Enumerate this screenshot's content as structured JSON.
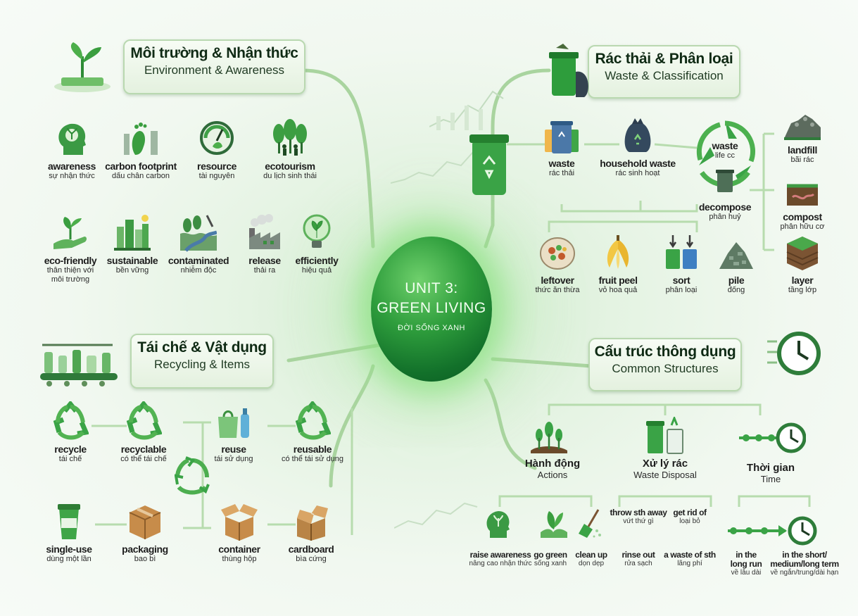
{
  "center": {
    "title_line1": "UNIT 3:",
    "title_line2": "GREEN LIVING",
    "subtitle": "ĐỜI SỐNG XANH"
  },
  "sections": {
    "environment": {
      "vi": "Môi trường & Nhận thức",
      "en": "Environment & Awareness"
    },
    "waste": {
      "vi": "Rác thải & Phân loại",
      "en": "Waste & Classification"
    },
    "recycling": {
      "vi": "Tái chế & Vật dụng",
      "en": "Recycling & Items"
    },
    "structures": {
      "vi": "Cấu trúc thông dụng",
      "en": "Common Structures"
    }
  },
  "env_items": [
    {
      "en": "awareness",
      "vi": "sự nhận thức",
      "icon": "head-sprout-icon"
    },
    {
      "en": "carbon footprint",
      "vi": "dấu chân carbon",
      "icon": "footprint-icon"
    },
    {
      "en": "resource",
      "vi": "tài nguyên",
      "icon": "gauge-leaf-icon"
    },
    {
      "en": "ecotourism",
      "vi": "du lịch sinh thái",
      "icon": "forest-people-icon"
    },
    {
      "en": "eco-friendly",
      "vi": "thân thiện với\nmôi trường",
      "icon": "hand-plant-icon"
    },
    {
      "en": "sustainable",
      "vi": "bền vững",
      "icon": "green-city-icon"
    },
    {
      "en": "contaminated",
      "vi": "nhiễm độc",
      "icon": "polluted-river-icon"
    },
    {
      "en": "release",
      "vi": "thải ra",
      "icon": "factory-smoke-icon"
    },
    {
      "en": "efficiently",
      "vi": "hiệu quả",
      "icon": "lightbulb-leaf-icon"
    }
  ],
  "waste_items": [
    {
      "en": "waste",
      "vi": "rác thải",
      "icon": "bins-icon"
    },
    {
      "en": "household waste",
      "vi": "rác sinh hoạt",
      "icon": "trash-bag-icon"
    },
    {
      "en": "waste",
      "vi": "life cc",
      "icon": "recycle-cycle-icon"
    },
    {
      "en": "decompose",
      "vi": "phân huỷ",
      "icon": "decompose-icon"
    },
    {
      "en": "landfill",
      "vi": "bãi rác",
      "icon": "landfill-icon"
    },
    {
      "en": "compost",
      "vi": "phân hữu cơ",
      "icon": "compost-icon"
    },
    {
      "en": "leftover",
      "vi": "thức ăn thừa",
      "icon": "leftover-plate-icon"
    },
    {
      "en": "fruit peel",
      "vi": "vỏ hoa quả",
      "icon": "banana-peel-icon"
    },
    {
      "en": "sort",
      "vi": "phân loại",
      "icon": "sort-bins-icon"
    },
    {
      "en": "pile",
      "vi": "đống",
      "icon": "pile-icon"
    },
    {
      "en": "layer",
      "vi": "tầng lớp",
      "icon": "soil-layer-icon"
    }
  ],
  "recycle_items": [
    {
      "en": "recycle",
      "vi": "tái chế",
      "icon": "recycle-icon"
    },
    {
      "en": "recyclable",
      "vi": "có thể tái chế",
      "icon": "recycle-icon"
    },
    {
      "en": "reuse",
      "vi": "tái sử dụng",
      "icon": "bag-bottle-icon"
    },
    {
      "en": "reusable",
      "vi": "có thể tái sử dụng",
      "icon": "recycle-icon"
    },
    {
      "en": "single-use",
      "vi": "dùng một lần",
      "icon": "cup-icon"
    },
    {
      "en": "packaging",
      "vi": "bao bì",
      "icon": "box-icon"
    },
    {
      "en": "container",
      "vi": "thùng hộp",
      "icon": "box-open-icon"
    },
    {
      "en": "cardboard",
      "vi": "bìa cứng",
      "icon": "cardboard-box-icon"
    }
  ],
  "structures": {
    "actions": {
      "en": "Hành động",
      "vi": "Actions"
    },
    "disposal": {
      "en": "Xử lý rác",
      "vi": "Waste Disposal"
    },
    "time": {
      "en": "Thời gian",
      "vi": "Time"
    },
    "phrases": [
      {
        "en": "raise awareness",
        "vi": "nâng cao nhận thức"
      },
      {
        "en": "go green",
        "vi": "sống xanh"
      },
      {
        "en": "clean up",
        "vi": "dọn dẹp"
      },
      {
        "en": "throw sth away",
        "vi": "vứt thứ gì"
      },
      {
        "en": "get rid of",
        "vi": "loại bỏ"
      },
      {
        "en": "rinse out",
        "vi": "rửa sạch"
      },
      {
        "en": "a waste of sth",
        "vi": "lãng phí"
      },
      {
        "en": "in the\nlong run",
        "vi": "về lâu dài"
      },
      {
        "en": "in the short/\nmedium/long term",
        "vi": "về ngắn/trung/dài hạn"
      }
    ]
  },
  "colors": {
    "primary": "#2e9d3c",
    "dark": "#12702a",
    "line": "#a9d49f",
    "bg": "#eef6ee"
  }
}
